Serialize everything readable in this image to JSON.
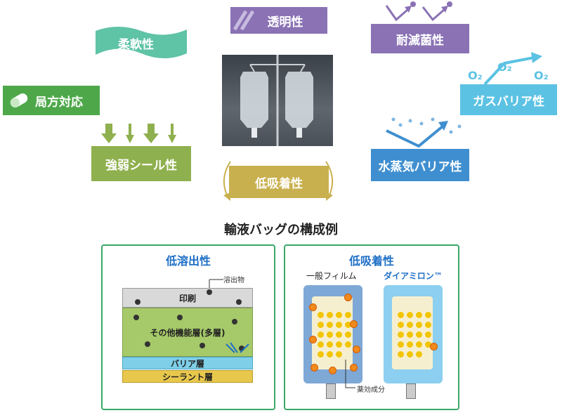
{
  "properties": {
    "transparency": "透明性",
    "flexibility": "柔軟性",
    "sterilization_resistance": "耐滅菌性",
    "gas_barrier": "ガスバリア性",
    "pharmacopoeia": "局方対応",
    "strong_weak_seal": "強弱シール性",
    "low_adsorption": "低吸着性",
    "vapor_barrier": "水蒸気バリア性",
    "o2_labels": [
      "O₂",
      "O₂",
      "O₂"
    ]
  },
  "diagram": {
    "title": "輸液バッグの構成例",
    "left_panel": {
      "title": "低溶出性",
      "eluate_label": "溶出物",
      "layers": [
        "印刷",
        "その他機能層(多層)",
        "バリア層",
        "シーラント層"
      ]
    },
    "right_panel": {
      "title": "低吸着性",
      "general_film": "一般フィルム",
      "diamilon": "ダイアミロン™",
      "drug_label": "薬効成分"
    }
  },
  "colors": {
    "panel_border": "#3aa867",
    "title_blue": "#1f6fc7",
    "green_tag": "#4ea84a",
    "teal_tag": "#5fc3a6",
    "purple_tag": "#8a72b5",
    "cyan_tag": "#5bc2e3",
    "olive_tag": "#8fb04e",
    "khaki_tag": "#c9b04f",
    "blue_tag": "#3f8fd0"
  }
}
